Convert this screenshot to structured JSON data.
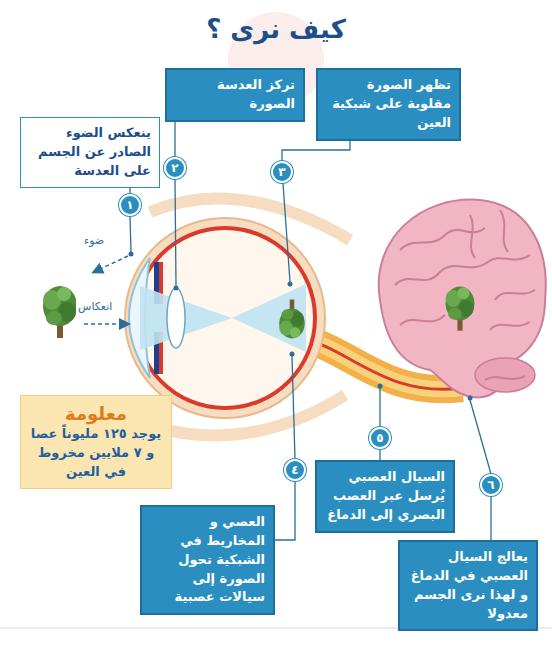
{
  "diagram": {
    "title": "كيف نرى ؟",
    "nodes": [
      {
        "text": [
          "ينعكس الضوء الصادر عن الجسم على العدسة"
        ]
      },
      {
        "text": [
          "تركز العدسة الصورة"
        ]
      },
      {
        "text": [
          "تظهر الصورة مقلوبة على شبكية العين"
        ]
      },
      {
        "text": [
          "معلومة",
          "يوجد ١٢٥ مليوناً عصا و ٧ ملايين مخروط في العين"
        ]
      },
      {
        "text": [
          "العصي و المخاريط في الشبكية تحول الصورة إلى سيالات عصبية"
        ]
      },
      {
        "text": [
          "السيال العصبي يُرسل عبر العصب البصري إلى الدماغ"
        ]
      },
      {
        "text": [
          "يعالج السيال العصبي في الدماغ و لهذا نرى الجسم معدولا"
        ]
      }
    ],
    "labels": [
      "ضوء",
      "انعكاس",
      "١",
      "٢",
      "٣",
      "٤",
      "٥",
      "٦"
    ]
  }
}
